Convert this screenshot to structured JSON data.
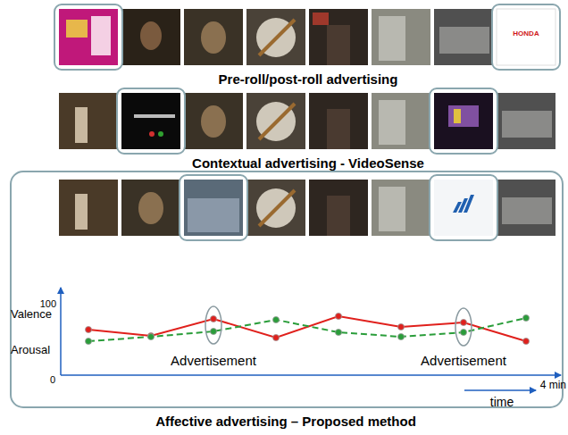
{
  "diagram": {
    "labels": [
      "HONDA",
      "Pre-roll/post-roll advertising",
      "Contextual advertising - VideoSense",
      "100",
      "Valence",
      "Arousal",
      "0",
      "Advertisement",
      "Advertisement",
      "time",
      "4 min",
      "Affective advertising – Proposed method"
    ]
  }
}
